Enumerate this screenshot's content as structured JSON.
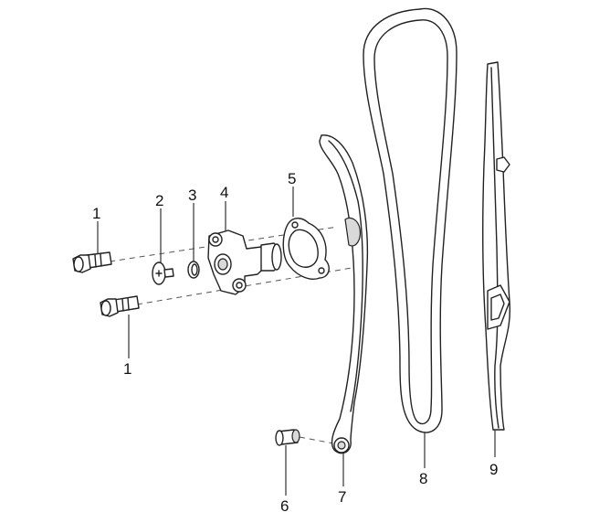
{
  "diagram": {
    "callouts": [
      {
        "id": "label-1-top",
        "text": "1"
      },
      {
        "id": "label-2",
        "text": "2"
      },
      {
        "id": "label-3",
        "text": "3"
      },
      {
        "id": "label-4",
        "text": "4"
      },
      {
        "id": "label-5",
        "text": "5"
      },
      {
        "id": "label-1-bottom",
        "text": "1"
      },
      {
        "id": "label-6",
        "text": "6"
      },
      {
        "id": "label-7",
        "text": "7"
      },
      {
        "id": "label-8",
        "text": "8"
      },
      {
        "id": "label-9",
        "text": "9"
      }
    ]
  }
}
